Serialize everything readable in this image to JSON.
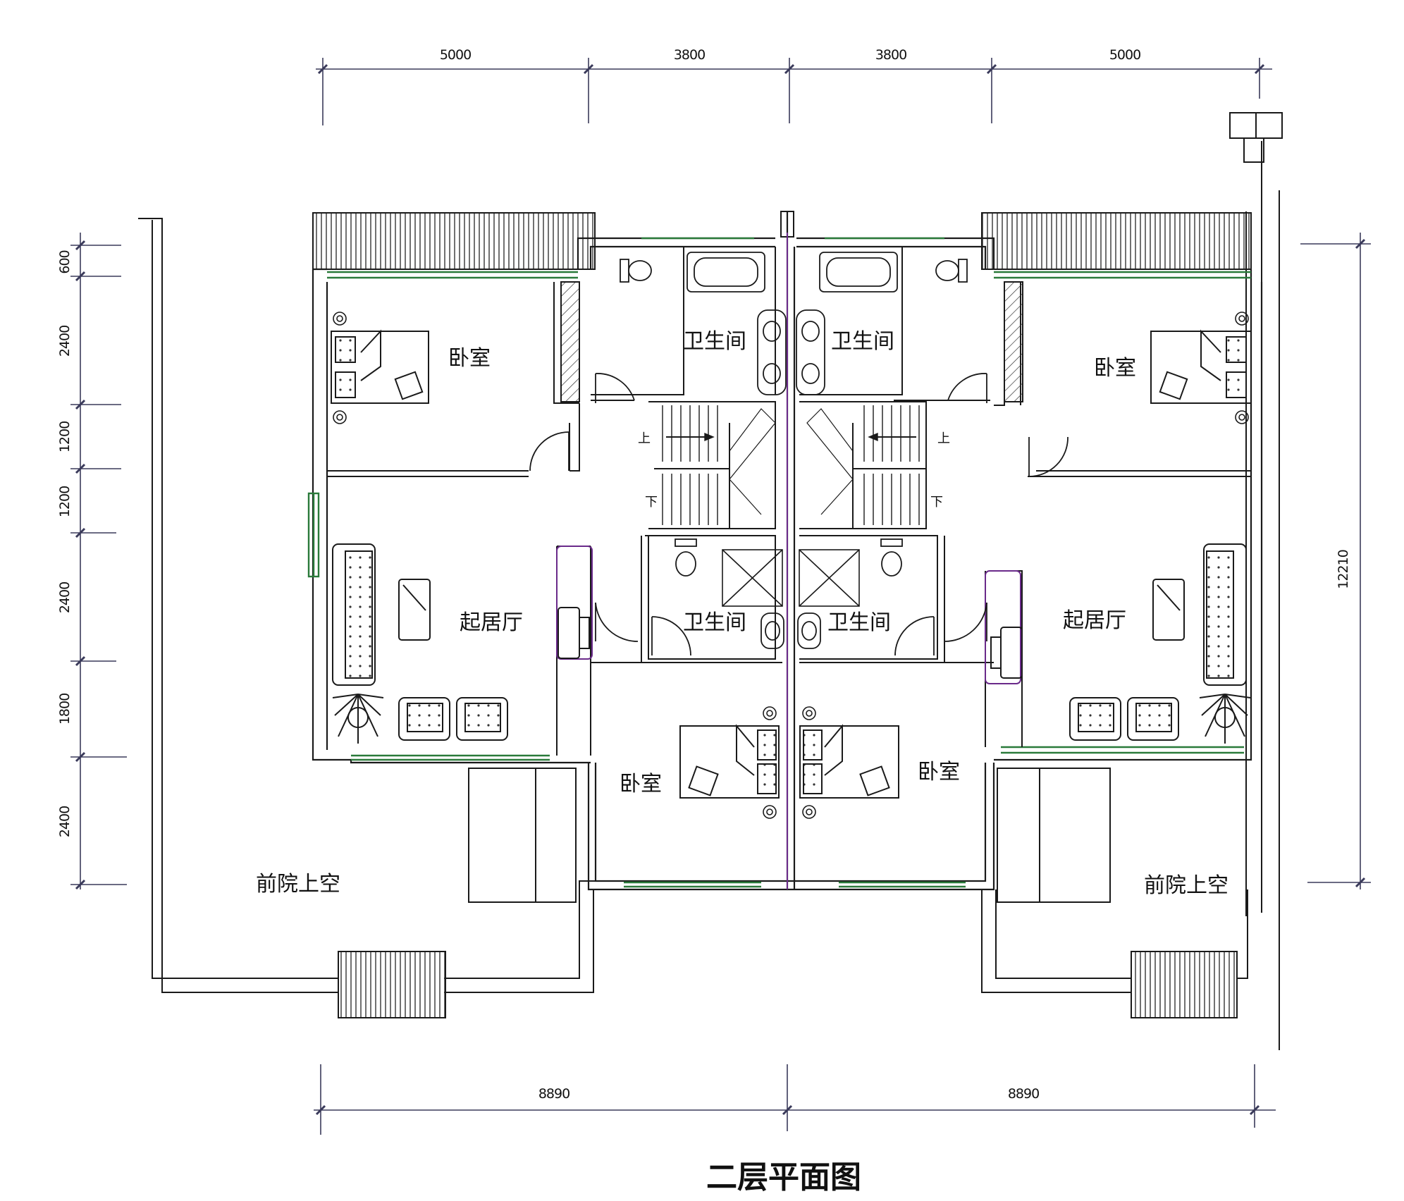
{
  "title": "二层平面图",
  "rooms": {
    "bedroom": "卧室",
    "bathroom": "卫生间",
    "living_room": "起居厅",
    "courtyard_void": "前院上空"
  },
  "stairs": {
    "up": "上",
    "down": "下"
  },
  "dimensions": {
    "top": [
      "5000",
      "3800",
      "3800",
      "5000"
    ],
    "bottom": [
      "8890",
      "8890"
    ],
    "left": [
      "600",
      "2400",
      "1200",
      "1200",
      "2400",
      "1800",
      "2400"
    ],
    "right": "12210"
  },
  "colors": {
    "wall": "#1a1a1a",
    "window": "#2a7a3a",
    "accent": "#6a2a8a",
    "dim_line": "#3a3a5a"
  }
}
